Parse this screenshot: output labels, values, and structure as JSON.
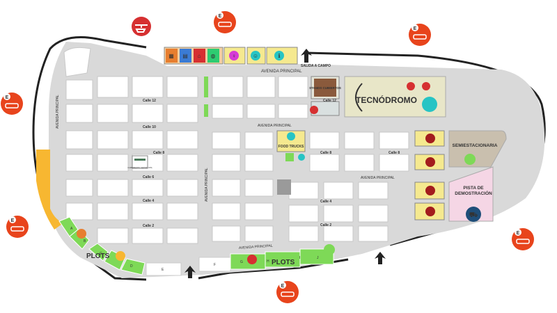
{
  "avenues": {
    "top": "AVENIDA PRINCIPAL",
    "left": "AVENIDA PRINCIPAL",
    "middle_top": "AVENIDA PRINCIPAL",
    "middle_vertical": "AVENIDA PRINCIPAL",
    "inner": "AVENIDA PRINCIPAL",
    "bottom": "AVENIDA PRINCIPAL"
  },
  "streets": {
    "calle12_left": "Calle 12",
    "calle12_right": "Calle 12",
    "calle10": "Calle 10",
    "calle8_left": "Calle 8",
    "calle8_mid": "Calle 8",
    "calle8_right": "Calle 8",
    "calle6": "Calle 6",
    "calle4_left": "Calle 4",
    "calle4_right": "Calle 4",
    "calle2_left": "Calle 2",
    "calle2_right": "Calle 2"
  },
  "areas": {
    "salida": "SALIDA A CAMPO",
    "tecnodromo": "TECNÓDROMO",
    "stands": "STANDS CUBIERTOS",
    "semiestacionaria": "SEMIESTACIONARIA",
    "pista_line1": "PISTA DE",
    "pista_line2": "DEMOSTRACIÓN",
    "food_trucks": "FOOD TRUCKS",
    "campamento": "CAMPAMENTO CENTRO INTA",
    "plots_left": "PLOTS",
    "plots_right": "PLOTS"
  },
  "plots": [
    "A",
    "B",
    "C",
    "D",
    "E",
    "F",
    "G",
    "H",
    "I",
    "J"
  ],
  "icons": {
    "parking_letter": "E",
    "parking": "car-icon",
    "helicopter": "helicopter-icon",
    "services": [
      "building-icon",
      "atm-icon",
      "bank-icon",
      "globe-icon",
      "restroom-icon",
      "people-icon",
      "info-icon"
    ],
    "food": "food-icon",
    "crop": "crop-icon",
    "tractor": "tractor-icon",
    "drone": "drone-icon"
  },
  "colors": {
    "parking": "#e8441c",
    "road": "#d9d9d9",
    "plot_green": "#7ed957",
    "yellow_area": "#f7b731",
    "tecnodromo": "#e8e6c8",
    "semiestacionaria": "#c9bfae",
    "pista": "#f5d6e5",
    "stands": "#8a5a3c",
    "yellow_box": "#f5e98f"
  }
}
